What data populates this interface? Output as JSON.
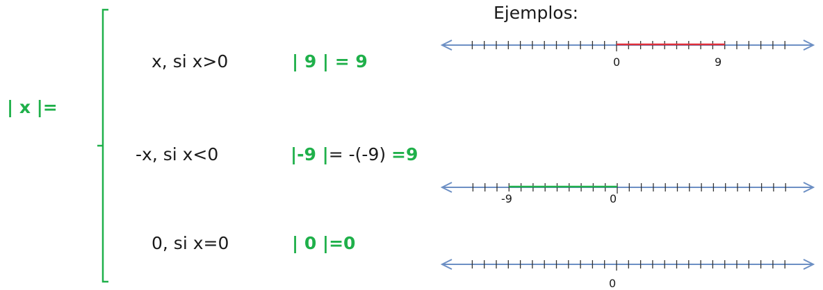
{
  "title": "Ejemplos:",
  "lhs": "| x |=",
  "colors": {
    "green": "#1fb04a",
    "red": "#e0303a",
    "axis": "#6c8fc4",
    "ticks": "#333333"
  },
  "cases": [
    {
      "condition": "x, si  x>0",
      "example_green": "| 9 | = 9",
      "example_black": "",
      "example_result": ""
    },
    {
      "condition": "-x, si  x<0",
      "example_green": "|-9 |",
      "example_black": "= -(-9) ",
      "example_result": "=9"
    },
    {
      "condition": "0, si  x=0",
      "example_green": "| 0 |=0",
      "example_black": "",
      "example_result": ""
    }
  ],
  "number_lines": [
    {
      "labels": [
        "0",
        "9"
      ],
      "highlight_color": "red",
      "highlight_from": 0,
      "highlight_to": 9
    },
    {
      "labels": [
        "-9",
        "0"
      ],
      "highlight_color": "green",
      "highlight_from": -9,
      "highlight_to": 0
    },
    {
      "labels": [
        "0"
      ],
      "highlight_color": "",
      "highlight_from": null,
      "highlight_to": null
    }
  ]
}
